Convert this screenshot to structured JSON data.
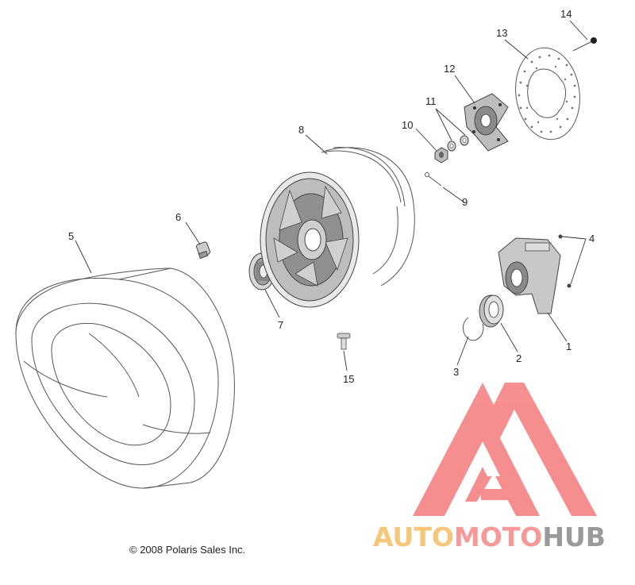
{
  "callouts": {
    "c1": "1",
    "c2": "2",
    "c3": "3",
    "c4": "4",
    "c5": "5",
    "c6": "6",
    "c7": "7",
    "c8": "8",
    "c9": "9",
    "c10": "10",
    "c11": "11",
    "c12": "12",
    "c13": "13",
    "c14": "14",
    "c15": "15"
  },
  "copyright": "© 2008 Polaris Sales Inc.",
  "watermark": {
    "part1": "AUTO",
    "part2": "MOTO",
    "part3": "HUB",
    "colors": {
      "part1": "#f6c77a",
      "part2": "#f59a98",
      "part3": "#9a9a9a",
      "logo": "#f47c7c"
    }
  }
}
